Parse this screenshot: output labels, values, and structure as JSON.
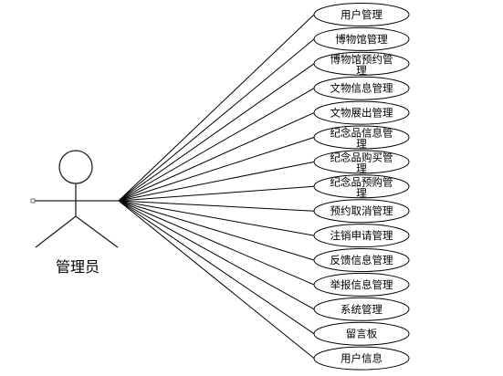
{
  "actor": {
    "label": "管理员"
  },
  "use_cases": [
    {
      "lines": [
        "用户管理"
      ]
    },
    {
      "lines": [
        "博物馆管理"
      ]
    },
    {
      "lines": [
        "博物馆预约管",
        "理"
      ]
    },
    {
      "lines": [
        "文物信息管理"
      ]
    },
    {
      "lines": [
        "文物展出管理"
      ]
    },
    {
      "lines": [
        "纪念品信息管",
        "理"
      ]
    },
    {
      "lines": [
        "纪念品购买管",
        "理"
      ]
    },
    {
      "lines": [
        "纪念品预购管",
        "理"
      ]
    },
    {
      "lines": [
        "预约取消管理"
      ]
    },
    {
      "lines": [
        "注销申请管理"
      ]
    },
    {
      "lines": [
        "反馈信息管理"
      ]
    },
    {
      "lines": [
        "举报信息管理"
      ]
    },
    {
      "lines": [
        "系统管理"
      ]
    },
    {
      "lines": [
        "留言板"
      ]
    },
    {
      "lines": [
        "用户信息"
      ]
    }
  ]
}
